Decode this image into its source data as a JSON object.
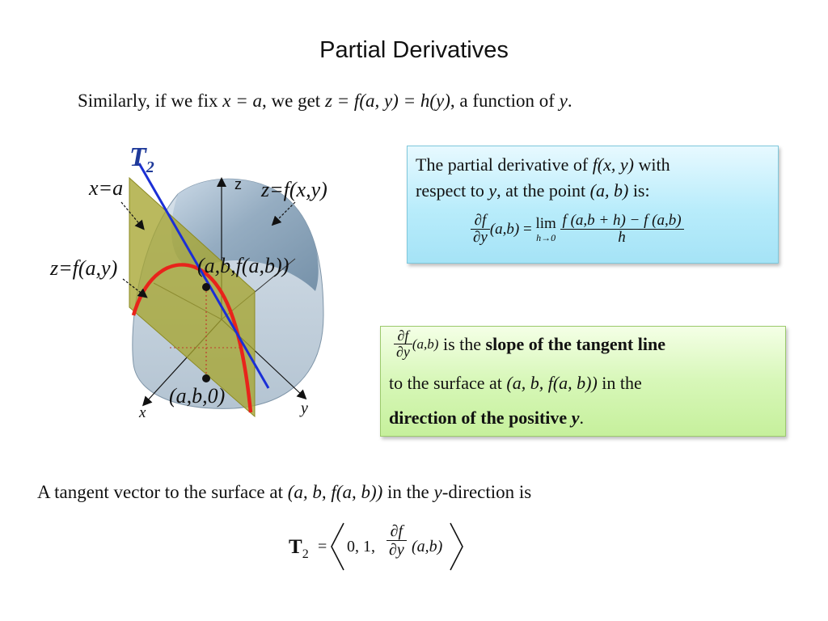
{
  "title": "Partial Derivatives",
  "intro": {
    "prefix": "Similarly, if we fix ",
    "fix_expr": "x = a",
    "middle": ", we get ",
    "result_expr": "z = f(a, y) = h(y)",
    "suffix": ", a function of ",
    "var": "y",
    "end": "."
  },
  "definition_box": {
    "line1_prefix": "The partial derivative of ",
    "line1_expr": "f(x, y)",
    "line1_suffix": " with",
    "line2_prefix": "respect to ",
    "line2_var": "y",
    "line2_middle": ", at the point ",
    "line2_point": "(a, b)",
    "line2_suffix": " is:",
    "lhs_num": "∂f",
    "lhs_den": "∂y",
    "lhs_args": "(a,b)",
    "equals": "=",
    "lim": "lim",
    "lim_sub": "h→0",
    "rhs_num": "f (a,b + h) − f (a,b)",
    "rhs_den": "h"
  },
  "slope_box": {
    "frac_num": "∂f",
    "frac_den": "∂y",
    "frac_args": "(a,b)",
    "line1_text": " is the ",
    "line1_bold": "slope of the tangent line",
    "line2_prefix": "to the surface at ",
    "line2_point": "(a, b, f(a, b))",
    "line2_suffix": "  in the",
    "line3_bold": "direction of the positive ",
    "line3_var": "y",
    "line3_end": "."
  },
  "diagram": {
    "label_T2": "T",
    "label_T2_sub": "2",
    "label_x_eq_a": "x=a",
    "label_z_fxy": "z=f(x,y)",
    "label_z_fay": "z=f(a,y)",
    "label_point": "(a,b,f(a,b))",
    "label_base_point": "(a,b,0)",
    "axis_z": "z",
    "axis_x": "x",
    "axis_y": "y",
    "colors": {
      "surface": "#9fb5c9",
      "plane": "#a7a531",
      "curve": "#e8241b",
      "tangent": "#1b2fd6",
      "T2": "#1f3a9a"
    }
  },
  "tangent_vector": {
    "prefix": "A tangent vector to the surface at ",
    "point": "(a, b, f(a, b))",
    "middle": " in the ",
    "var": "y",
    "suffix": "-direction is",
    "lhs": "T",
    "lhs_sub": "2",
    "equals": "=",
    "components": "0,  1,",
    "frac_num": "∂f",
    "frac_den": "∂y",
    "frac_args": "(a,b)"
  }
}
